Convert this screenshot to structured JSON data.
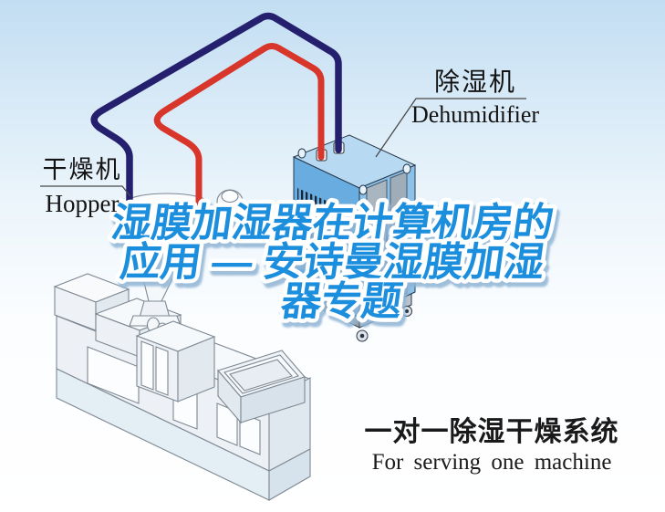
{
  "title": {
    "line1": "湿膜加湿器在计算机房的",
    "line2": "应用 — 安诗曼湿膜加湿",
    "line3": "器专题",
    "fill": "#1d8ede",
    "outline": "#ffffff"
  },
  "labels": {
    "dryer": {
      "zh": "干燥机",
      "en": "Hopper"
    },
    "dehumidifier": {
      "zh": "除湿机",
      "en": "Dehumidifier"
    },
    "system": {
      "zh": "一对一除湿干燥系统",
      "en": "For serving one machine"
    }
  },
  "pipes": {
    "hot": "#d8352b",
    "cold": "#25206e"
  },
  "equipment": {
    "dehumidifier_top": "#b7daf2",
    "dehumidifier_left": "#69acdf",
    "dehumidifier_right": "#8cc2ea"
  }
}
